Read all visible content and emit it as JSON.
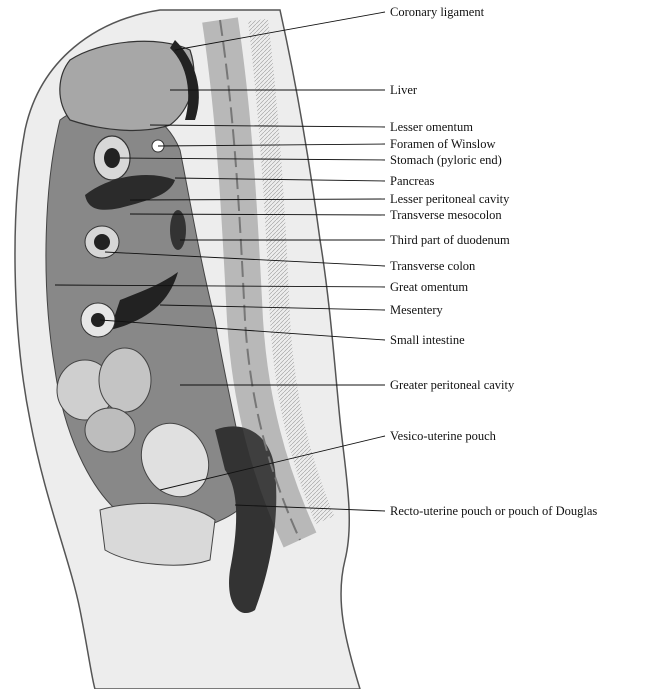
{
  "figure": {
    "labels": [
      "Coronary ligament",
      "Liver",
      "Lesser omentum",
      "Foramen of Winslow",
      "Stomach (pyloric end)",
      "Pancreas",
      "Lesser peritoneal cavity",
      "Transverse mesocolon",
      "Third part of duodenum",
      "Transverse colon",
      "Great omentum",
      "Mesentery",
      "Small intestine",
      "Greater peritoneal cavity",
      "Vesico-uterine pouch",
      "Recto-uterine pouch or pouch of Douglas"
    ]
  }
}
